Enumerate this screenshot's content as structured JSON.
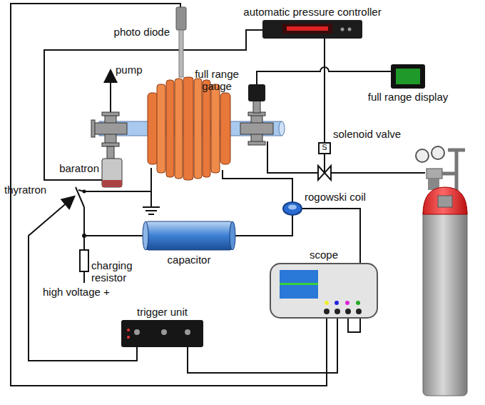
{
  "diagram": {
    "nodes": [
      {
        "text": [
          "automatic pressure controller"
        ]
      },
      {
        "text": [
          "full range display"
        ]
      },
      {
        "text": [
          "capacitor"
        ]
      },
      {
        "text": [
          "trigger unit"
        ]
      },
      {
        "text": [
          "scope"
        ]
      }
    ],
    "edges": [
      {
        "from": 3,
        "to": 4,
        "arrow": "none"
      }
    ],
    "labels": [
      "photo diode",
      "pump",
      "full range gauge",
      "solenoid valve",
      "baratron",
      "thyratron",
      "rogowski coil",
      "charging resistor",
      "high voltage +",
      "S"
    ]
  }
}
